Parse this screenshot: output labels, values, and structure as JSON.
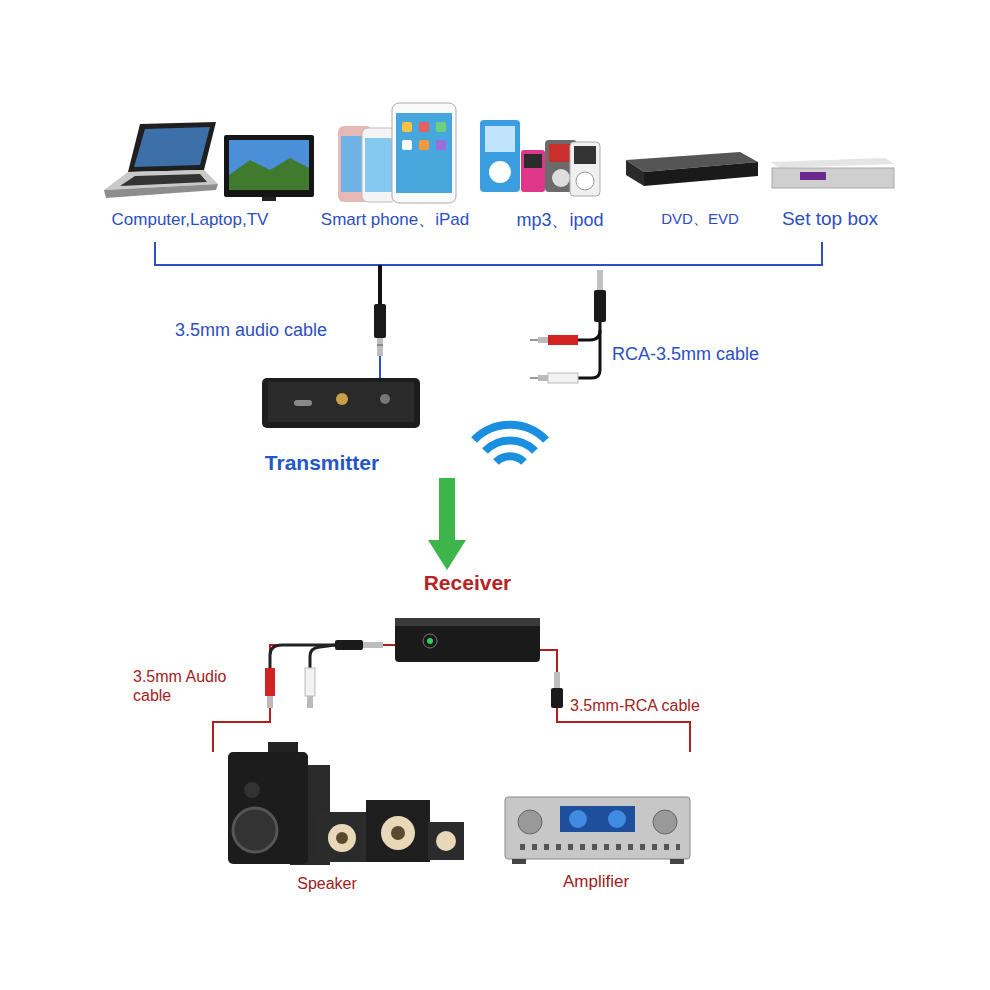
{
  "diagram": {
    "nodes": [
      {
        "text": [
          "Computer,Laptop,TV"
        ]
      },
      {
        "text": [
          "Smart phone、iPad"
        ]
      },
      {
        "text": [
          "mp3、ipod"
        ]
      },
      {
        "text": [
          "DVD、EVD"
        ]
      },
      {
        "text": [
          "Set top box"
        ]
      },
      {
        "text": [
          "Transmitter"
        ]
      },
      {
        "text": [
          "Receiver"
        ]
      },
      {
        "text": [
          "Speaker"
        ]
      },
      {
        "text": [
          "Amplifier"
        ]
      }
    ],
    "edges": [
      {
        "from": 0,
        "to": 5,
        "arrow": "none"
      },
      {
        "from": 1,
        "to": 5,
        "arrow": "none"
      },
      {
        "from": 2,
        "to": 5,
        "arrow": "none"
      },
      {
        "from": 3,
        "to": 5,
        "arrow": "none"
      },
      {
        "from": 4,
        "to": 5,
        "arrow": "none"
      },
      {
        "from": 5,
        "to": 6,
        "arrow": "to"
      },
      {
        "from": 6,
        "to": 7,
        "arrow": "none"
      },
      {
        "from": 6,
        "to": 8,
        "arrow": "none"
      }
    ],
    "labels": [
      "3.5mm audio cable",
      "RCA-3.5mm cable",
      "3.5mm Audio cable",
      "3.5mm-RCA cable"
    ]
  }
}
